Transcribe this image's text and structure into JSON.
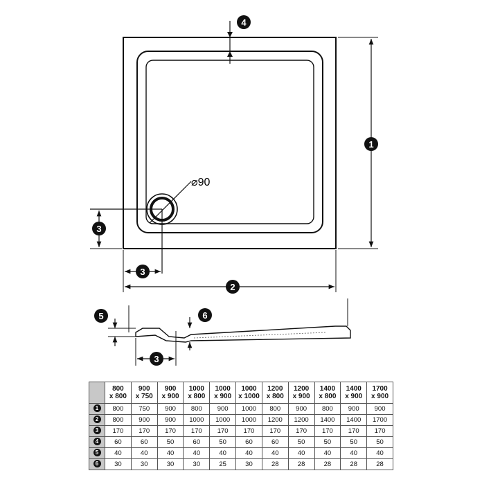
{
  "callouts": {
    "height": "1",
    "width": "2",
    "drain_offset_x": "3",
    "drain_offset_y": "3",
    "drain_offset_side": "3",
    "rim_width": "4",
    "rim_height": "5",
    "tray_depth": "6"
  },
  "drain_label": "⌀90",
  "table": {
    "columns": [
      [
        "800",
        "x 800"
      ],
      [
        "900",
        "x 750"
      ],
      [
        "900",
        "x 900"
      ],
      [
        "1000",
        "x 800"
      ],
      [
        "1000",
        "x 900"
      ],
      [
        "1000",
        "x 1000"
      ],
      [
        "1200",
        "x 800"
      ],
      [
        "1200",
        "x 900"
      ],
      [
        "1400",
        "x 800"
      ],
      [
        "1400",
        "x 900"
      ],
      [
        "1700",
        "x 900"
      ]
    ],
    "rows": [
      {
        "key": "1",
        "values": [
          "800",
          "750",
          "900",
          "800",
          "900",
          "1000",
          "800",
          "900",
          "800",
          "900",
          "900"
        ]
      },
      {
        "key": "2",
        "values": [
          "800",
          "900",
          "900",
          "1000",
          "1000",
          "1000",
          "1200",
          "1200",
          "1400",
          "1400",
          "1700"
        ]
      },
      {
        "key": "3",
        "values": [
          "170",
          "170",
          "170",
          "170",
          "170",
          "170",
          "170",
          "170",
          "170",
          "170",
          "170"
        ]
      },
      {
        "key": "4",
        "values": [
          "60",
          "60",
          "50",
          "60",
          "50",
          "60",
          "60",
          "50",
          "50",
          "50",
          "50"
        ]
      },
      {
        "key": "5",
        "values": [
          "40",
          "40",
          "40",
          "40",
          "40",
          "40",
          "40",
          "40",
          "40",
          "40",
          "40"
        ]
      },
      {
        "key": "6",
        "values": [
          "30",
          "30",
          "30",
          "30",
          "25",
          "30",
          "28",
          "28",
          "28",
          "28",
          "28"
        ]
      }
    ]
  }
}
